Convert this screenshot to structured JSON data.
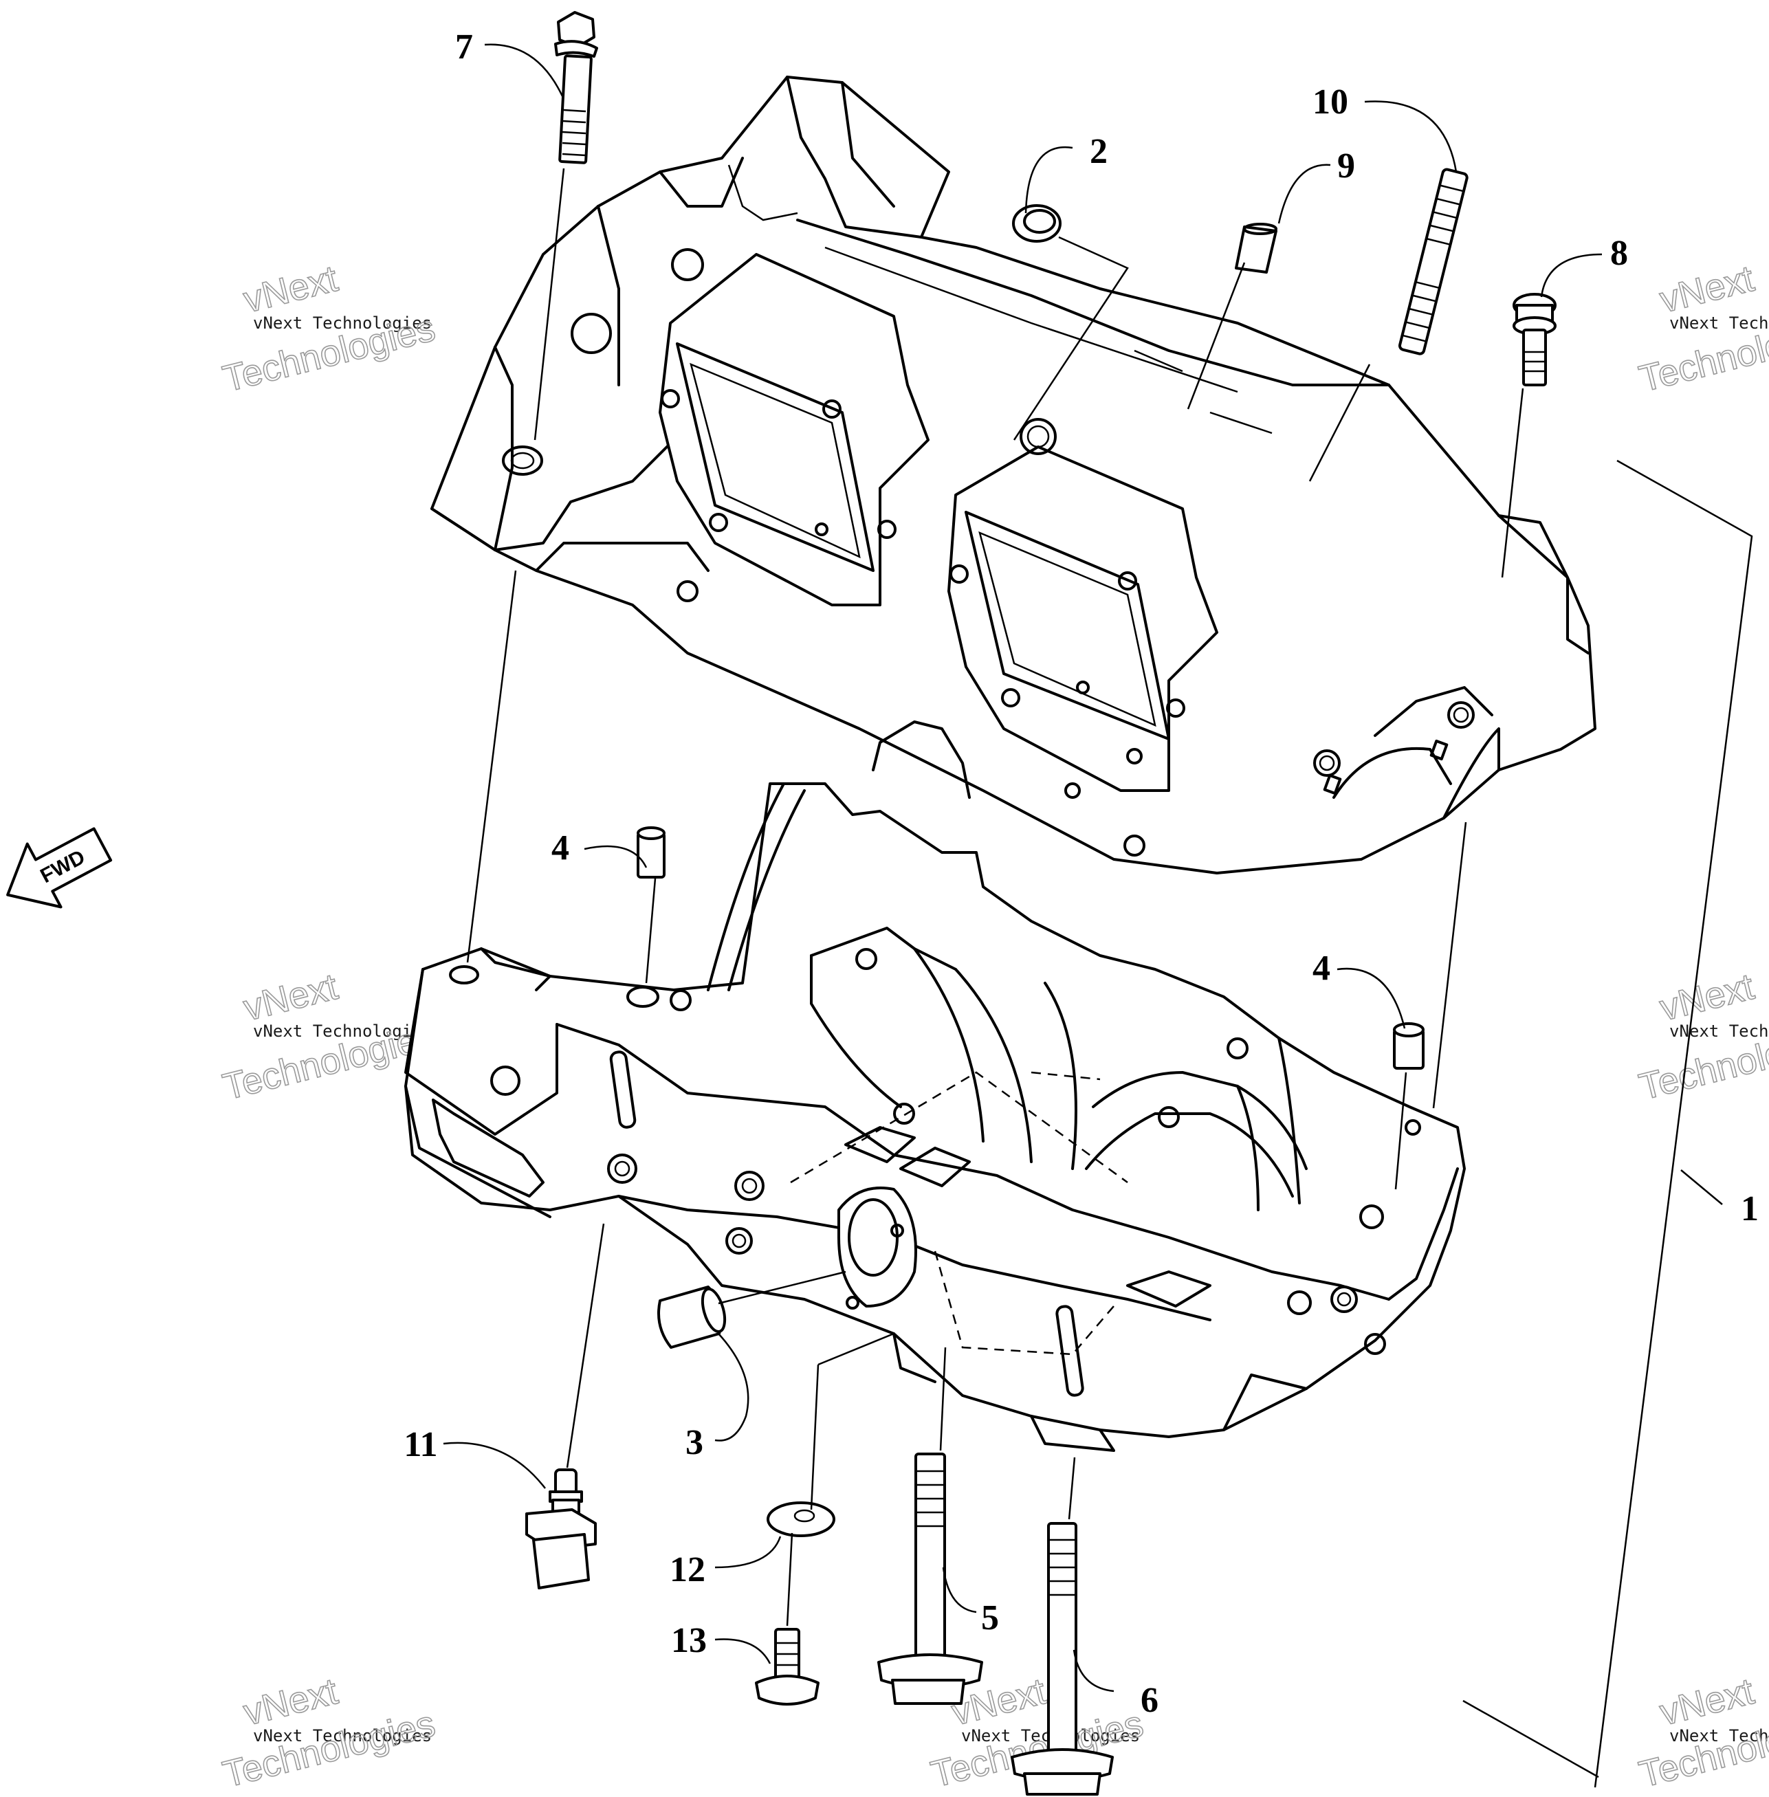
{
  "direction_label": "FWD",
  "watermark": {
    "small": "vNext Technologies",
    "big_top": "vNext",
    "big_bottom": "Technologies"
  },
  "callouts": [
    "1",
    "2",
    "3",
    "4",
    "4",
    "5",
    "6",
    "7",
    "8",
    "9",
    "10",
    "11",
    "12",
    "13"
  ]
}
